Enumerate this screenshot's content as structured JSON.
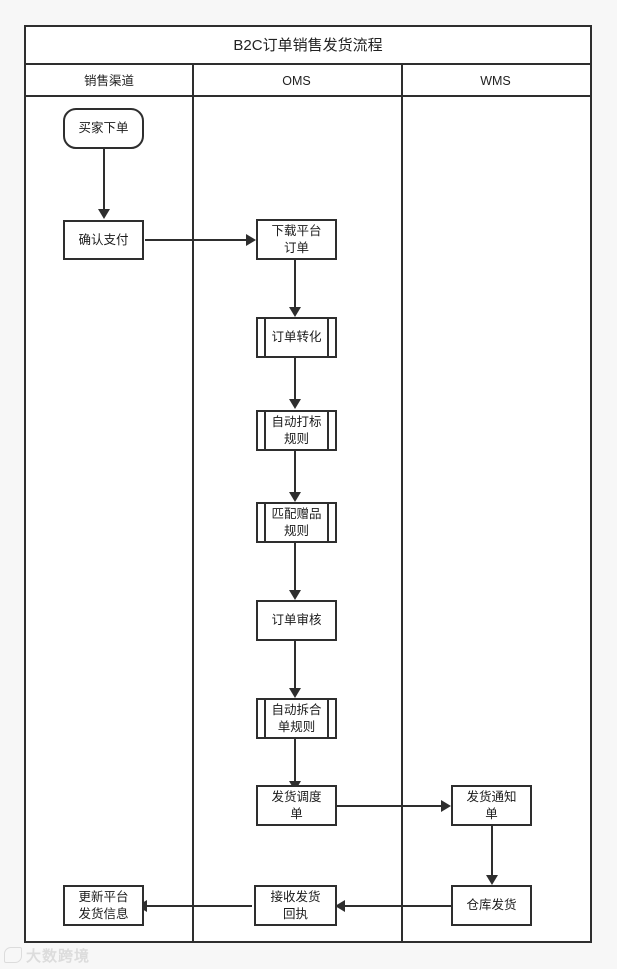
{
  "diagram": {
    "title": "B2C订单销售发货流程",
    "lanes": [
      {
        "id": "sales",
        "label": "销售渠道"
      },
      {
        "id": "oms",
        "label": "OMS"
      },
      {
        "id": "wms",
        "label": "WMS"
      }
    ],
    "nodes": [
      {
        "id": "n1",
        "lane": "sales",
        "shape": "rounded",
        "label": "买家下单"
      },
      {
        "id": "n2",
        "lane": "sales",
        "shape": "rectangle",
        "label": "确认支付"
      },
      {
        "id": "n3",
        "lane": "oms",
        "shape": "rectangle",
        "label": "下载平台\n订单"
      },
      {
        "id": "n4",
        "lane": "oms",
        "shape": "subprocess",
        "label": "订单转化"
      },
      {
        "id": "n5",
        "lane": "oms",
        "shape": "subprocess",
        "label": "自动打标\n规则"
      },
      {
        "id": "n6",
        "lane": "oms",
        "shape": "subprocess",
        "label": "匹配赠品\n规则"
      },
      {
        "id": "n7",
        "lane": "oms",
        "shape": "rectangle",
        "label": "订单审核"
      },
      {
        "id": "n8",
        "lane": "oms",
        "shape": "subprocess",
        "label": "自动拆合\n单规则"
      },
      {
        "id": "n9",
        "lane": "oms",
        "shape": "rectangle",
        "label": "发货调度\n单"
      },
      {
        "id": "n10",
        "lane": "wms",
        "shape": "rectangle",
        "label": "发货通知\n单"
      },
      {
        "id": "n11",
        "lane": "wms",
        "shape": "rectangle",
        "label": "仓库发货"
      },
      {
        "id": "n12",
        "lane": "oms",
        "shape": "rectangle",
        "label": "接收发货\n回执"
      },
      {
        "id": "n13",
        "lane": "sales",
        "shape": "rectangle",
        "label": "更新平台\n发货信息"
      }
    ],
    "edges": [
      {
        "from": "n1",
        "to": "n2"
      },
      {
        "from": "n2",
        "to": "n3"
      },
      {
        "from": "n3",
        "to": "n4"
      },
      {
        "from": "n4",
        "to": "n5"
      },
      {
        "from": "n5",
        "to": "n6"
      },
      {
        "from": "n6",
        "to": "n7"
      },
      {
        "from": "n7",
        "to": "n8"
      },
      {
        "from": "n8",
        "to": "n9"
      },
      {
        "from": "n9",
        "to": "n10"
      },
      {
        "from": "n10",
        "to": "n11"
      },
      {
        "from": "n11",
        "to": "n12"
      },
      {
        "from": "n12",
        "to": "n13"
      }
    ]
  },
  "watermark": {
    "text": "大数跨境"
  },
  "colors": {
    "stroke": "#2e2e2e",
    "node_fill": "#ffffff",
    "page_bg": "#f7f7f7",
    "text": "#1b1b1b"
  }
}
